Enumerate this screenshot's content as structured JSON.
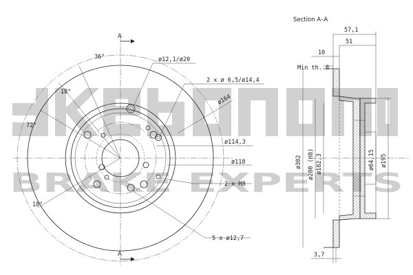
{
  "watermark": {
    "brand": "akebono",
    "tagline": "BRAKE EXPERTS"
  },
  "front_view": {
    "section_mark_top": "A",
    "section_mark_bottom": "A",
    "angles": {
      "a36": "36°",
      "a18_top": "18°",
      "a72": "72°",
      "a18_bottom": "18°"
    },
    "labels": {
      "hole_12_1_20": "ø12,1/ø20",
      "holes_6_5_14_4": "2 x ø 6,5/ø14,4",
      "d164": "ø164",
      "d114_3": "ø114,3",
      "d118": "ø118",
      "m8": "2 x M8",
      "bolt_holes": "5 x ø12,7"
    }
  },
  "section_view": {
    "title": "Section A–A",
    "dims": {
      "w57_1": "57,1",
      "w51": "51",
      "w10": "10",
      "min_th": "Min th. 8",
      "d302": "ø302",
      "d200": "ø200 (H8)",
      "d182_3": "ø182,3",
      "d64_15": "ø64,15",
      "d195": "ø195",
      "t3_7": "3,7"
    }
  },
  "colors": {
    "line": "#222222",
    "watermark": "#c9c9c9"
  }
}
